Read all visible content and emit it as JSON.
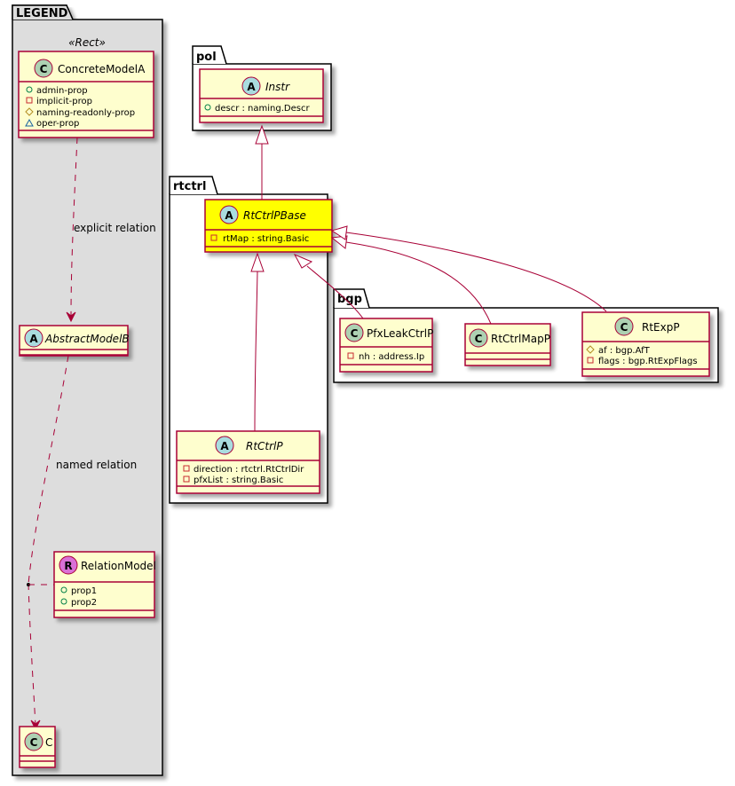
{
  "colors": {
    "class_fill": "#FEFECE",
    "class_border": "#A80036",
    "highlight_fill": "#FFFF00",
    "legend_fill": "#DDDDDD",
    "icon_class": "#ADD1B2",
    "icon_abstract": "#A9DCDF",
    "icon_relation": "#DA70D6",
    "vis_public": "#038048",
    "vis_private": "#C82930",
    "vis_protected": "#B38D22",
    "vis_package": "#1963A0"
  },
  "packages": {
    "legend": {
      "name": "LEGEND",
      "stereotype": "«Rect»"
    },
    "pol": {
      "name": "pol"
    },
    "rtctrl": {
      "name": "rtctrl"
    },
    "bgp": {
      "name": "bgp"
    }
  },
  "classes": {
    "concreteModelA": {
      "icon": "C",
      "name": "ConcreteModelA",
      "attributes": [
        {
          "visibility": "public",
          "text": "admin-prop"
        },
        {
          "visibility": "private",
          "text": "implicit-prop"
        },
        {
          "visibility": "protected",
          "text": "naming-readonly-prop"
        },
        {
          "visibility": "package",
          "text": "oper-prop"
        }
      ]
    },
    "abstractModelB": {
      "icon": "A",
      "name": "AbstractModelB",
      "attributes": []
    },
    "relationModel": {
      "icon": "R",
      "name": "RelationModel",
      "attributes": [
        {
          "visibility": "public",
          "text": "prop1"
        },
        {
          "visibility": "public",
          "text": "prop2"
        }
      ]
    },
    "c": {
      "icon": "C",
      "name": "C",
      "attributes": []
    },
    "instr": {
      "icon": "A",
      "name": "Instr",
      "attributes": [
        {
          "visibility": "public",
          "text": "descr : naming.Descr"
        }
      ]
    },
    "rtCtrlPBase": {
      "icon": "A",
      "name": "RtCtrlPBase",
      "attributes": [
        {
          "visibility": "private",
          "text": "rtMap : string.Basic"
        }
      ]
    },
    "rtCtrlP": {
      "icon": "A",
      "name": "RtCtrlP",
      "attributes": [
        {
          "visibility": "private",
          "text": "direction : rtctrl.RtCtrlDir"
        },
        {
          "visibility": "private",
          "text": "pfxList : string.Basic"
        }
      ]
    },
    "pfxLeakCtrlP": {
      "icon": "C",
      "name": "PfxLeakCtrlP",
      "attributes": [
        {
          "visibility": "private",
          "text": "nh : address.Ip"
        }
      ]
    },
    "rtCtrlMapP": {
      "icon": "C",
      "name": "RtCtrlMapP",
      "attributes": []
    },
    "rtExpP": {
      "icon": "C",
      "name": "RtExpP",
      "attributes": [
        {
          "visibility": "protected",
          "text": "af : bgp.AfT"
        },
        {
          "visibility": "private",
          "text": "flags : bgp.RtExpFlags"
        }
      ]
    }
  },
  "relations": {
    "explicit": {
      "label": "explicit relation"
    },
    "named": {
      "label": "named relation"
    }
  }
}
